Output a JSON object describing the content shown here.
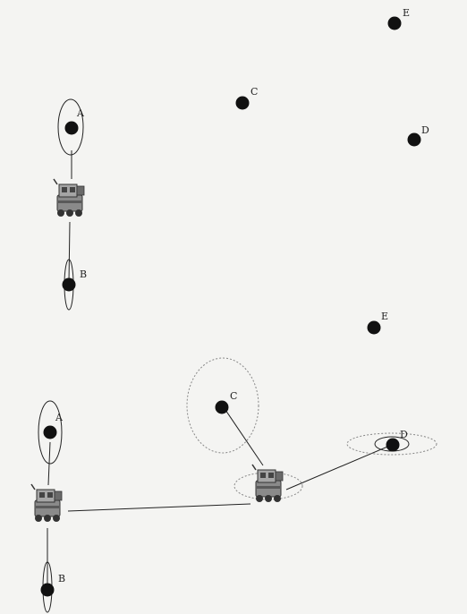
{
  "landmarks_top": {
    "a": "A",
    "b": "B",
    "c": "C",
    "d": "D",
    "e": "E"
  },
  "landmarks_bottom": {
    "a": "A",
    "b": "B",
    "c": "C",
    "d": "D",
    "e": "E"
  },
  "colors": {
    "background": "#f4f4f2",
    "landmark": "#111111",
    "ellipse": "#222222",
    "dotted_ellipse": "#888888",
    "robot_body": "#7d7d7d"
  },
  "icons": [
    "robot-icon"
  ]
}
